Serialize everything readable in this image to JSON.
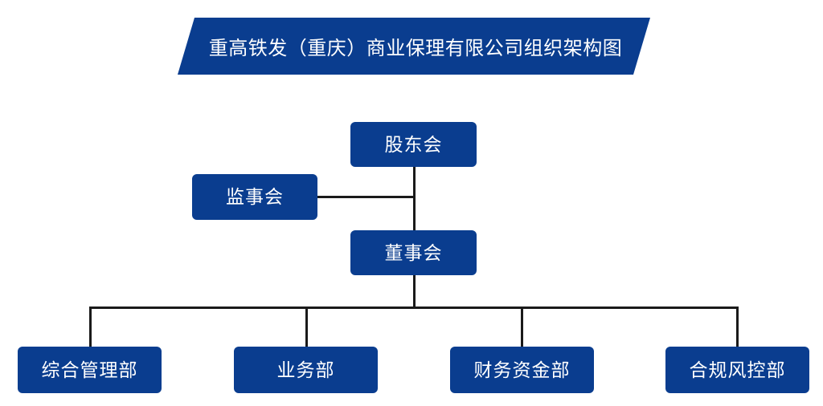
{
  "theme": {
    "brand_blue": "#0A3D8F",
    "line_color": "#1a1a1a",
    "text_on_brand": "#ffffff",
    "background": "#ffffff"
  },
  "title": {
    "text": "重高铁发（重庆）商业保理有限公司组织架构图"
  },
  "chart_data": {
    "type": "diagram",
    "diagram_type": "org-chart",
    "title": "重高铁发（重庆）商业保理有限公司组织架构图",
    "nodes": [
      {
        "id": "shareholders",
        "label": "股东会",
        "level": 1
      },
      {
        "id": "supervisors",
        "label": "监事会",
        "level": 2
      },
      {
        "id": "directors",
        "label": "董事会",
        "level": 2
      },
      {
        "id": "dept-general-admin",
        "label": "综合管理部",
        "level": 3
      },
      {
        "id": "dept-business",
        "label": "业务部",
        "level": 3
      },
      {
        "id": "dept-finance",
        "label": "财务资金部",
        "level": 3
      },
      {
        "id": "dept-compliance",
        "label": "合规风控部",
        "level": 3
      }
    ],
    "edges": [
      {
        "from": "shareholders",
        "to": "directors"
      },
      {
        "from": "supervisors",
        "to": "shareholders"
      },
      {
        "from": "directors",
        "to": "dept-general-admin"
      },
      {
        "from": "directors",
        "to": "dept-business"
      },
      {
        "from": "directors",
        "to": "dept-finance"
      },
      {
        "from": "directors",
        "to": "dept-compliance"
      }
    ]
  },
  "nodes": {
    "shareholders": {
      "label": "股东会"
    },
    "supervisors": {
      "label": "监事会"
    },
    "directors": {
      "label": "董事会"
    },
    "departments": [
      {
        "label": "综合管理部"
      },
      {
        "label": "业务部"
      },
      {
        "label": "财务资金部"
      },
      {
        "label": "合规风控部"
      }
    ]
  }
}
